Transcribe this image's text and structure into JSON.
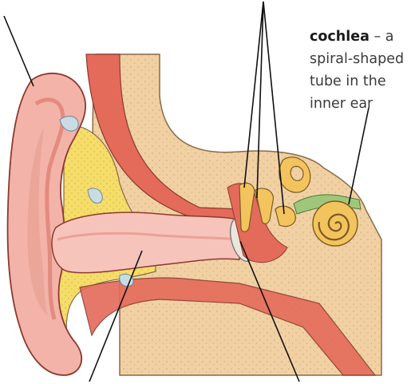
{
  "labels": {
    "cochlea": {
      "term": "cochlea",
      "dash": " – ",
      "lines": [
        "a",
        "spiral-shaped",
        "tube in the",
        "inner ear"
      ]
    }
  },
  "colors": {
    "skin": "#f3b3a8",
    "skin_dark": "#e38b7f",
    "skin_shadow": "#e59c90",
    "cartilage": "#f5dd6a",
    "bone": "#f1d1a3",
    "bone_dots": "#d7b07c",
    "canal": "#f7c4bc",
    "muscle": "#e46a5a",
    "cochlea": "#f3c45e",
    "nerve": "#9fc77b",
    "eardrum": "#e9e6dc",
    "line": "#111111"
  }
}
